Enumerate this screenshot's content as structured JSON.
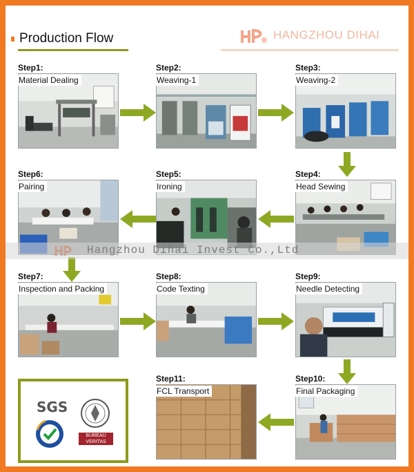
{
  "header": {
    "title": "Production Flow",
    "brand": "HANGZHOU DIHAI"
  },
  "watermark": "Hangzhou Dihai Invest Co.,Ltd",
  "steps": [
    {
      "label": "Step1:",
      "name": "Material Dealing"
    },
    {
      "label": "Step2:",
      "name": "Weaving-1"
    },
    {
      "label": "Step3:",
      "name": "Weaving-2"
    },
    {
      "label": "Step4:",
      "name": "Head Sewing"
    },
    {
      "label": "Step5:",
      "name": "Ironing"
    },
    {
      "label": "Step6:",
      "name": "Pairing"
    },
    {
      "label": "Step7:",
      "name": "Inspection and Packing"
    },
    {
      "label": "Step8:",
      "name": "Code Texting"
    },
    {
      "label": "Step9:",
      "name": "Needle Detecting"
    },
    {
      "label": "Step10:",
      "name": "Final Packaging"
    },
    {
      "label": "Step11:",
      "name": "FCL Transport"
    }
  ],
  "certifications": {
    "sgs": "SGS",
    "bureau_veritas": [
      "BUREAU",
      "VERITAS"
    ]
  },
  "colors": {
    "frame": "#f07a22",
    "accent_green": "#8c9a1e",
    "arrow_green": "#8fa823",
    "brand_text": "#f3b8a2"
  }
}
